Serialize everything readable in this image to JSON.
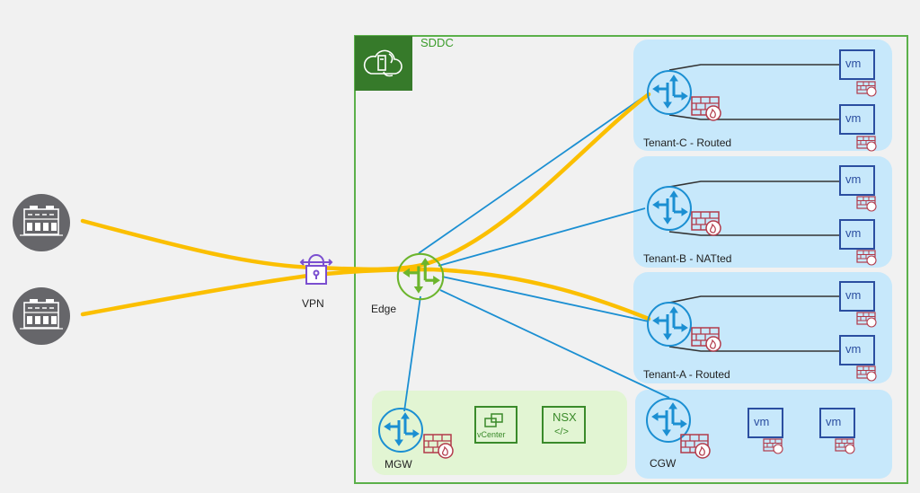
{
  "colors": {
    "sddc_border": "#5bb04a",
    "sddc_badge": "#367a2a",
    "tenant_fill": "#c7e8fb",
    "mgmt_fill": "#e2f5d3",
    "router_blue": "#1b8fd2",
    "edge_green": "#6cb52d",
    "vpn_purple": "#7b4fd0",
    "tunnel_yellow": "#fbbf00",
    "firewall_red": "#b23a4a",
    "vm_navy": "#2b4ea0",
    "datacenter_gray": "#66666a"
  },
  "sddc": {
    "title": "SDDC",
    "icon": "cloud-server-sync-icon"
  },
  "vpn": {
    "label": "VPN",
    "icon": "padlock-icon"
  },
  "edge": {
    "label": "Edge",
    "icon": "router-icon"
  },
  "datacenters": [
    {
      "name": "datacenter-1",
      "icon": "building-icon"
    },
    {
      "name": "datacenter-2",
      "icon": "building-icon"
    }
  ],
  "tenants": [
    {
      "label": "Tenant-C - Routed",
      "vms": [
        "vm",
        "vm"
      ],
      "vpn_connected": true
    },
    {
      "label": "Tenant-B - NATted",
      "vms": [
        "vm",
        "vm"
      ],
      "vpn_connected": false
    },
    {
      "label": "Tenant-A - Routed",
      "vms": [
        "vm",
        "vm"
      ],
      "vpn_connected": true
    }
  ],
  "cgw": {
    "label": "CGW",
    "vms": [
      "vm",
      "vm"
    ]
  },
  "mgw": {
    "label": "MGW",
    "components": [
      {
        "label": "vCenter",
        "icon": "vcenter-icon"
      },
      {
        "label": "NSX",
        "sub": "</>",
        "icon": "nsx-icon"
      }
    ]
  }
}
